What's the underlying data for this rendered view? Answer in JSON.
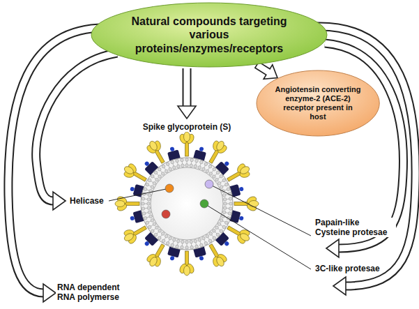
{
  "diagram": {
    "nodes": [
      {
        "text": [
          "Natural compounds targeting various proteins/enzymes/receptors"
        ]
      },
      {
        "text": [
          "Angiotensin converting enzyme-2 (ACE-2) receptor present in host"
        ]
      }
    ],
    "edges": [
      {
        "from": 0,
        "to": 1,
        "arrow": "to"
      }
    ],
    "labels": [
      "Spike glycoprotein (S)",
      "Helicase",
      "Papain-like Cysteine protesae",
      "3C-like protesae",
      "RNA dependent RNA polymerse"
    ]
  }
}
